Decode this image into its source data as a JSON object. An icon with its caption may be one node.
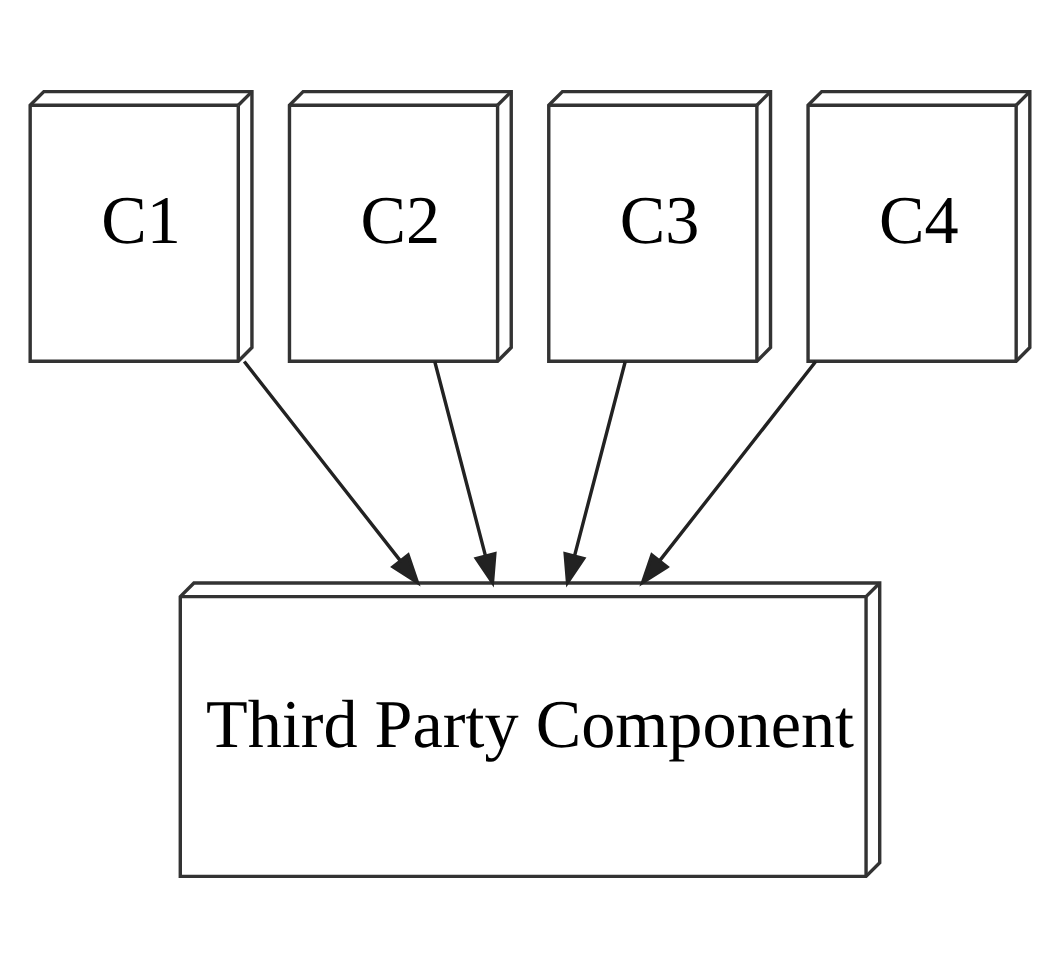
{
  "diagram": {
    "nodes": [
      {
        "text": [
          "C1"
        ]
      },
      {
        "text": [
          "C2"
        ]
      },
      {
        "text": [
          "C3"
        ]
      },
      {
        "text": [
          "C4"
        ]
      },
      {
        "text": [
          "Third Party Component"
        ]
      }
    ],
    "edges": [
      {
        "from": 0,
        "to": 4,
        "arrow": "to"
      },
      {
        "from": 1,
        "to": 4,
        "arrow": "to"
      },
      {
        "from": 2,
        "to": 4,
        "arrow": "to"
      },
      {
        "from": 3,
        "to": 4,
        "arrow": "to"
      }
    ]
  }
}
